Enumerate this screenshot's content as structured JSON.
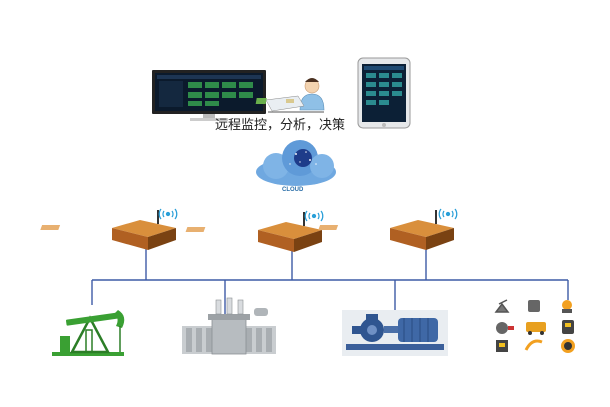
{
  "caption": "远程监控，分析，决策",
  "cloud": {
    "label": "CLOUD"
  },
  "gateways": [
    {
      "name": "gateway-1"
    },
    {
      "name": "gateway-2"
    },
    {
      "name": "gateway-3"
    }
  ],
  "devices": [
    {
      "name": "oil-pump-jack-icon"
    },
    {
      "name": "transformer-icon"
    },
    {
      "name": "water-pump-icon"
    },
    {
      "name": "equipment-grid-icon"
    }
  ],
  "colors": {
    "line": "#3d5ba6",
    "gateway_body": "#c8782a",
    "gateway_dark": "#7a4212",
    "antenna": "#2a9fd8",
    "pump_jack": "#3aa033",
    "cloud": "#6fa8e0"
  }
}
